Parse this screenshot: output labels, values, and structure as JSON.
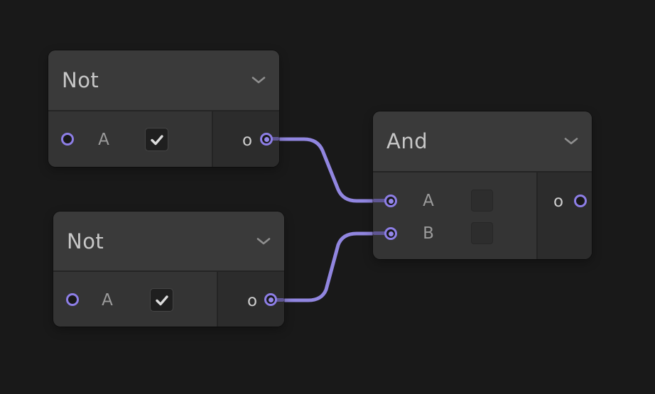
{
  "editor": {
    "kind": "logic-gate node graph",
    "background_color": "#191919",
    "accent_color": "#8d7ee6",
    "wire_color": "#9186e0"
  },
  "nodes": [
    {
      "id": "not-1",
      "title": "Not",
      "collapse_icon": "chevron-down-icon",
      "inputs": [
        {
          "label": "A",
          "control": "checkbox",
          "checked": true,
          "connected": false
        }
      ],
      "outputs": [
        {
          "label": "o",
          "connected": true
        }
      ]
    },
    {
      "id": "not-2",
      "title": "Not",
      "collapse_icon": "chevron-down-icon",
      "inputs": [
        {
          "label": "A",
          "control": "checkbox",
          "checked": true,
          "connected": false
        }
      ],
      "outputs": [
        {
          "label": "o",
          "connected": true
        }
      ]
    },
    {
      "id": "and-1",
      "title": "And",
      "collapse_icon": "chevron-down-icon",
      "inputs": [
        {
          "label": "A",
          "control": "empty-square",
          "checked": false,
          "connected": true
        },
        {
          "label": "B",
          "control": "empty-square",
          "checked": false,
          "connected": true
        }
      ],
      "outputs": [
        {
          "label": "o",
          "connected": false
        }
      ]
    }
  ],
  "connections": [
    {
      "from": "not-1.o",
      "to": "and-1.A"
    },
    {
      "from": "not-2.o",
      "to": "and-1.B"
    }
  ]
}
